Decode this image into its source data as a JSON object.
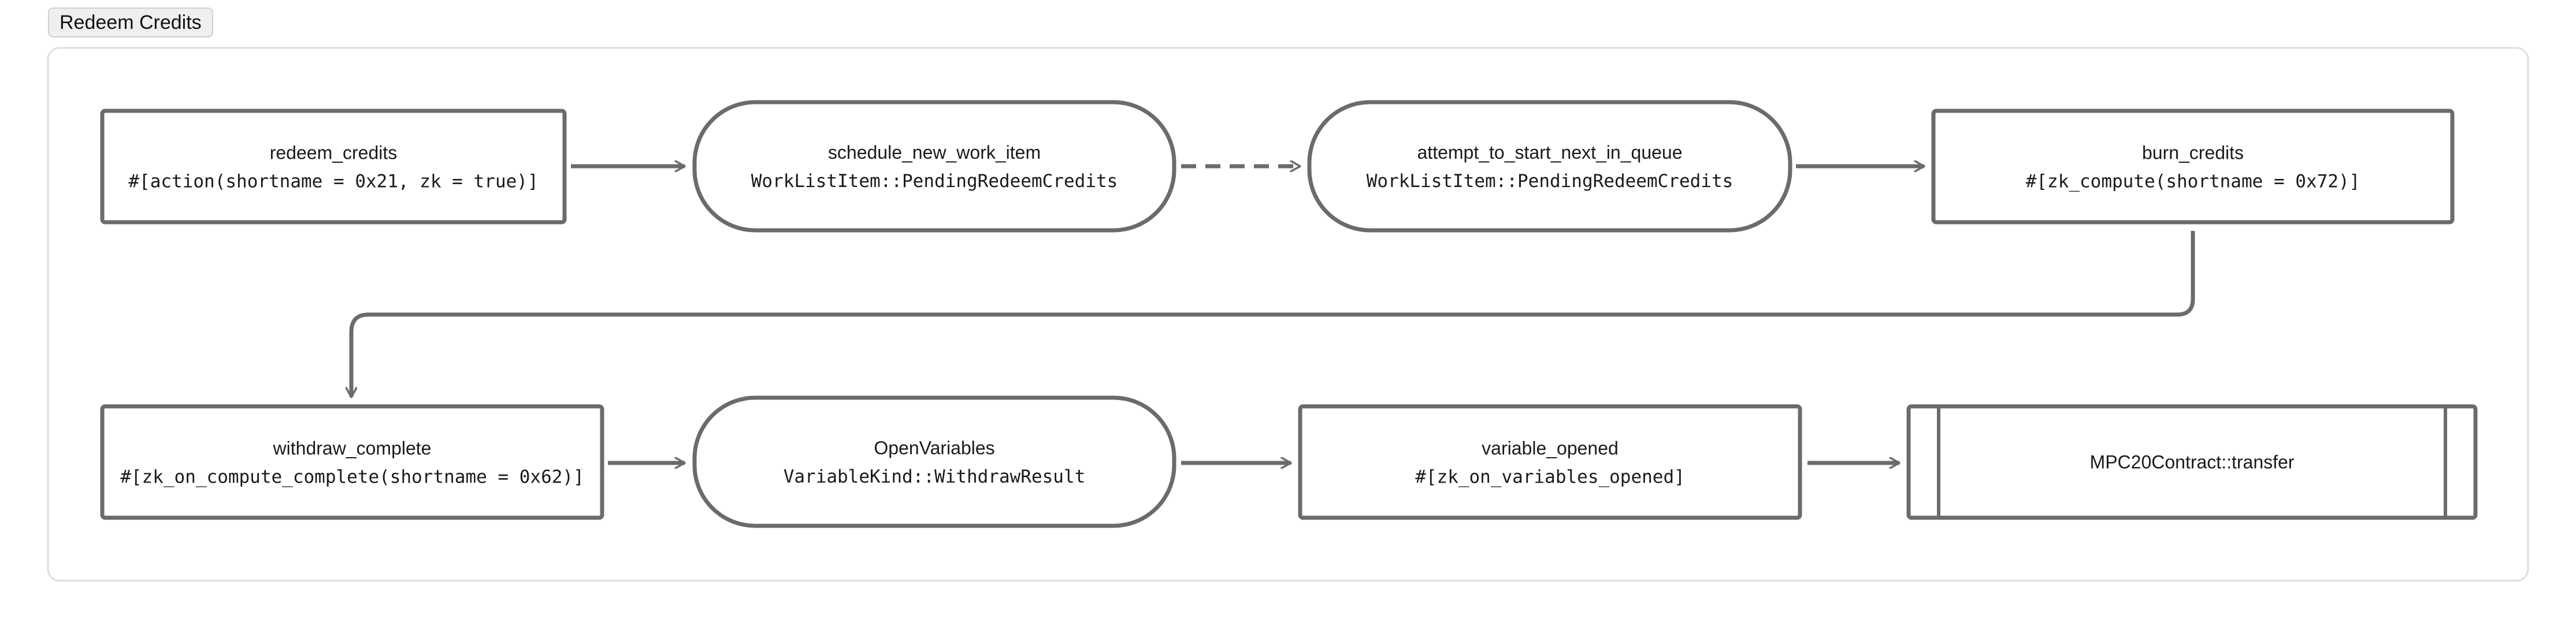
{
  "tab": {
    "label": "Redeem Credits"
  },
  "nodes": [
    {
      "id": "redeem_credits",
      "shape": "rect",
      "title": "redeem_credits",
      "code": "#[action(shortname = 0x21, zk = true)]"
    },
    {
      "id": "schedule_new_work_item",
      "shape": "rounded",
      "title": "schedule_new_work_item",
      "code": "WorkListItem::PendingRedeemCredits"
    },
    {
      "id": "attempt_to_start_next_in_queue",
      "shape": "rounded",
      "title": "attempt_to_start_next_in_queue",
      "code": "WorkListItem::PendingRedeemCredits"
    },
    {
      "id": "burn_credits",
      "shape": "rect",
      "title": "burn_credits",
      "code": "#[zk_compute(shortname = 0x72)]"
    },
    {
      "id": "withdraw_complete",
      "shape": "rect",
      "title": "withdraw_complete",
      "code": "#[zk_on_compute_complete(shortname = 0x62)]"
    },
    {
      "id": "open_variables",
      "shape": "rounded",
      "title": "OpenVariables",
      "code": "VariableKind::WithdrawResult"
    },
    {
      "id": "variable_opened",
      "shape": "rect",
      "title": "variable_opened",
      "code": "#[zk_on_variables_opened]"
    },
    {
      "id": "mpc20_transfer",
      "shape": "subroutine",
      "title": "MPC20Contract::transfer",
      "code": ""
    }
  ],
  "edges": [
    {
      "from": "redeem_credits",
      "to": "schedule_new_work_item",
      "style": "solid"
    },
    {
      "from": "schedule_new_work_item",
      "to": "attempt_to_start_next_in_queue",
      "style": "dashed"
    },
    {
      "from": "attempt_to_start_next_in_queue",
      "to": "burn_credits",
      "style": "solid"
    },
    {
      "from": "burn_credits",
      "to": "withdraw_complete",
      "style": "solid"
    },
    {
      "from": "withdraw_complete",
      "to": "open_variables",
      "style": "solid"
    },
    {
      "from": "open_variables",
      "to": "variable_opened",
      "style": "solid"
    },
    {
      "from": "variable_opened",
      "to": "mpc20_transfer",
      "style": "solid"
    }
  ],
  "colors": {
    "stroke": "#6b6b6b",
    "frame": "#dddddd",
    "text": "#1a1a1a"
  }
}
